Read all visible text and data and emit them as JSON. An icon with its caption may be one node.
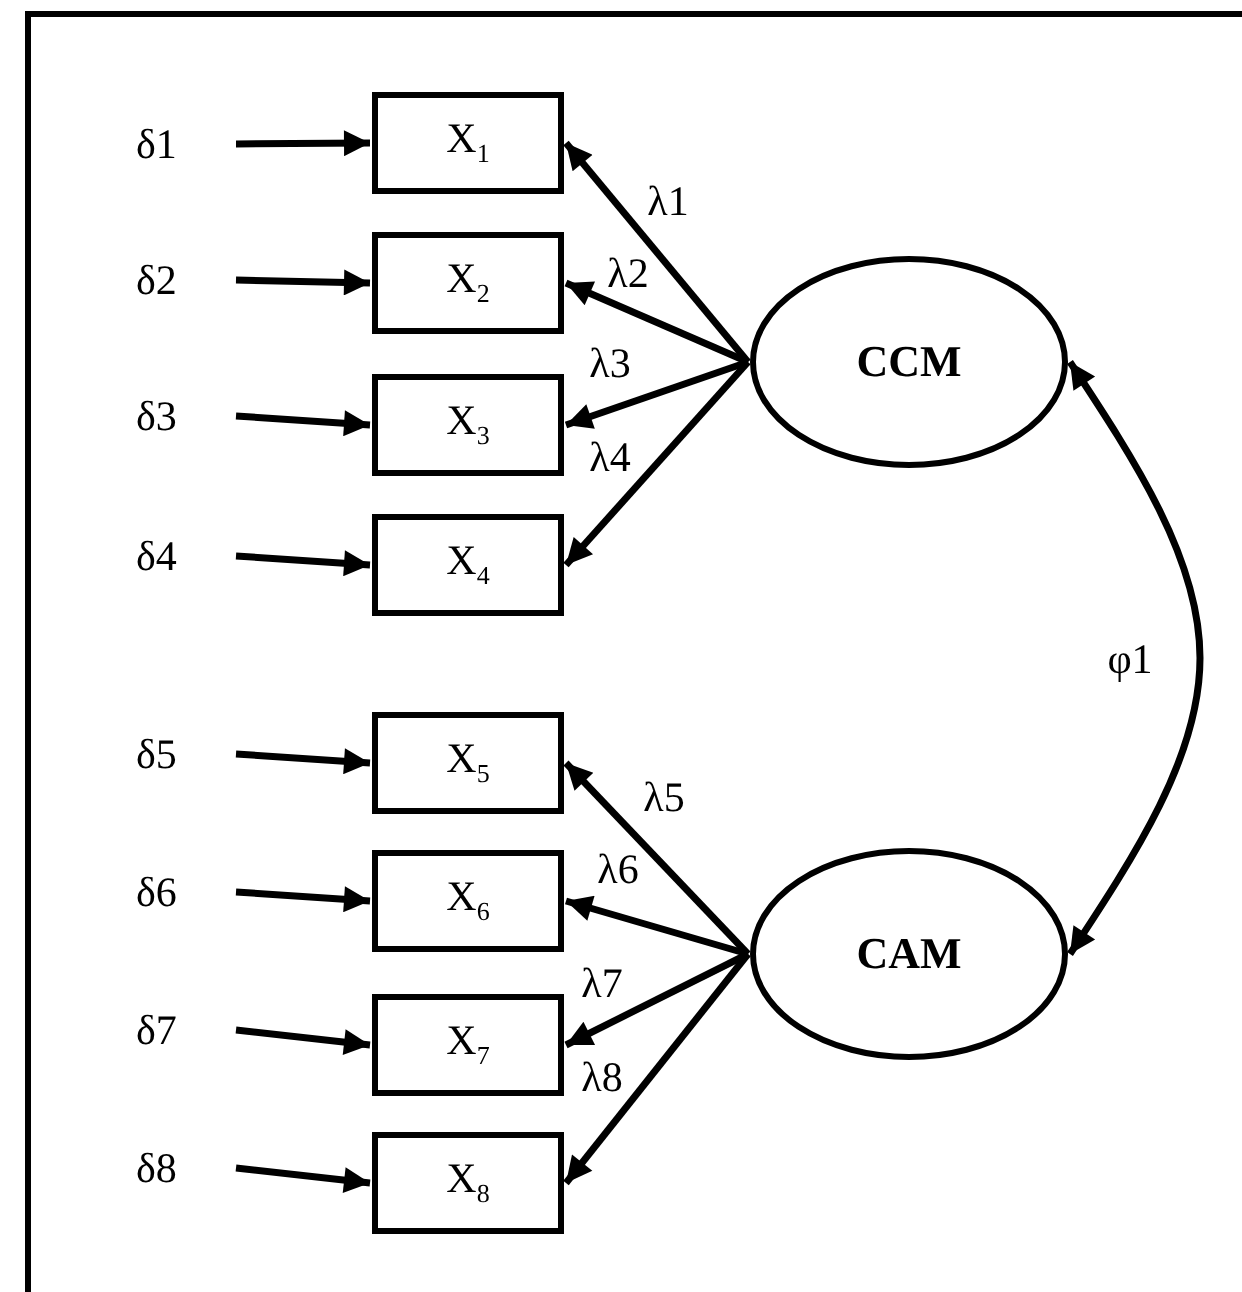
{
  "diagram": {
    "nodes": [
      {
        "text": [
          "δ1"
        ]
      },
      {
        "text": [
          "δ2"
        ]
      },
      {
        "text": [
          "δ3"
        ]
      },
      {
        "text": [
          "δ4"
        ]
      },
      {
        "text": [
          "δ5"
        ]
      },
      {
        "text": [
          "δ6"
        ]
      },
      {
        "text": [
          "δ7"
        ]
      },
      {
        "text": [
          "δ8"
        ]
      },
      {
        "text": [
          "X$_{1}$"
        ]
      },
      {
        "text": [
          "X$_{2}$"
        ]
      },
      {
        "text": [
          "X$_{3}$"
        ]
      },
      {
        "text": [
          "X$_{4}$"
        ]
      },
      {
        "text": [
          "X$_{5}$"
        ]
      },
      {
        "text": [
          "X$_{6}$"
        ]
      },
      {
        "text": [
          "X$_{7}$"
        ]
      },
      {
        "text": [
          "X$_{8}$"
        ]
      },
      {
        "text": [
          "CCM"
        ]
      },
      {
        "text": [
          "CAM"
        ]
      }
    ],
    "edges": [
      {
        "from": 0,
        "to": 8,
        "arrow": "to"
      },
      {
        "from": 1,
        "to": 9,
        "arrow": "to"
      },
      {
        "from": 2,
        "to": 10,
        "arrow": "to"
      },
      {
        "from": 3,
        "to": 11,
        "arrow": "to"
      },
      {
        "from": 4,
        "to": 12,
        "arrow": "to"
      },
      {
        "from": 5,
        "to": 13,
        "arrow": "to"
      },
      {
        "from": 6,
        "to": 14,
        "arrow": "to"
      },
      {
        "from": 7,
        "to": 15,
        "arrow": "to"
      },
      {
        "from": 16,
        "to": 8,
        "arrow": "to",
        "label": "λ1"
      },
      {
        "from": 16,
        "to": 9,
        "arrow": "to",
        "label": "λ2"
      },
      {
        "from": 16,
        "to": 10,
        "arrow": "to",
        "label": "λ3"
      },
      {
        "from": 16,
        "to": 11,
        "arrow": "to",
        "label": "λ4"
      },
      {
        "from": 17,
        "to": 12,
        "arrow": "to",
        "label": "λ5"
      },
      {
        "from": 17,
        "to": 13,
        "arrow": "to",
        "label": "λ6"
      },
      {
        "from": 17,
        "to": 14,
        "arrow": "to",
        "label": "λ7"
      },
      {
        "from": 17,
        "to": 15,
        "arrow": "to",
        "label": "λ8"
      },
      {
        "from": 16,
        "to": 17,
        "arrow": "both",
        "label": "φ1"
      }
    ]
  }
}
